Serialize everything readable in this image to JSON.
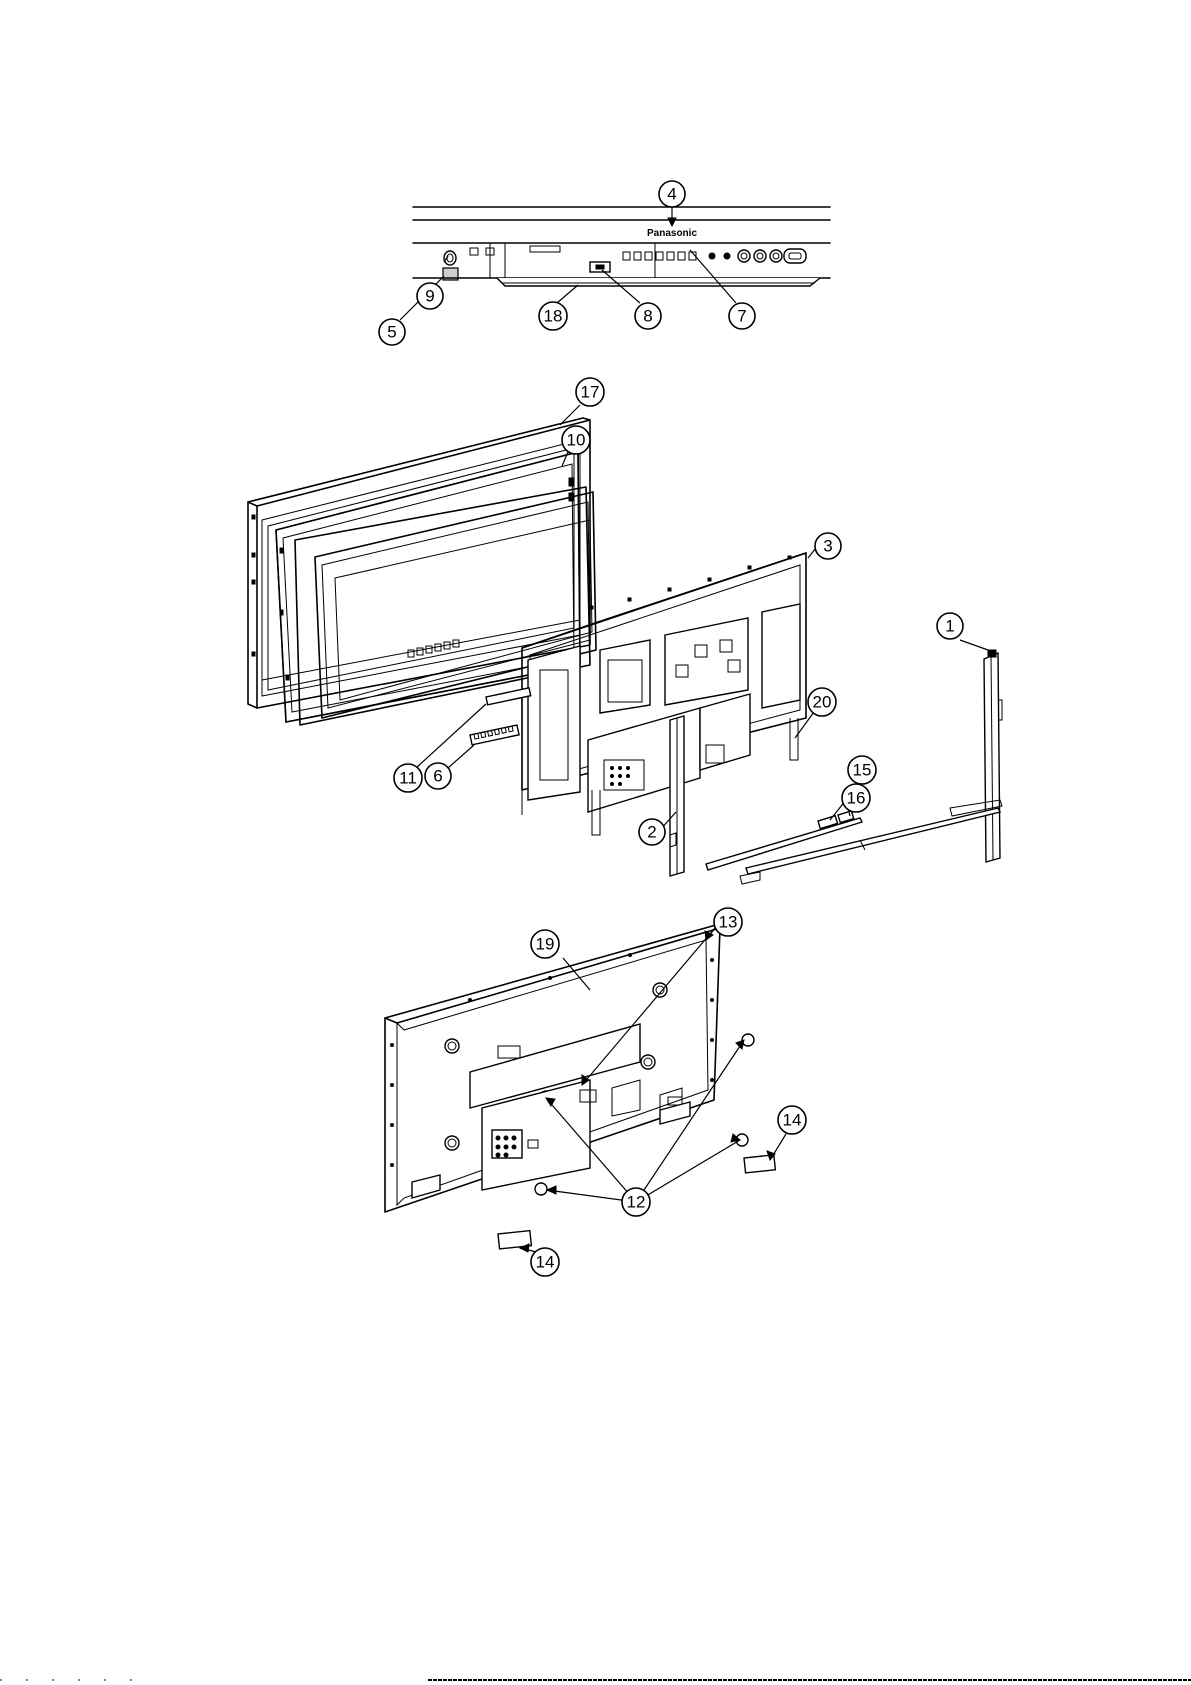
{
  "brand_label": "Panasonic",
  "callouts": [
    {
      "id": "4",
      "label": "4"
    },
    {
      "id": "9",
      "label": "9"
    },
    {
      "id": "5",
      "label": "5"
    },
    {
      "id": "18",
      "label": "18"
    },
    {
      "id": "8",
      "label": "8"
    },
    {
      "id": "7",
      "label": "7"
    },
    {
      "id": "17",
      "label": "17"
    },
    {
      "id": "10",
      "label": "10"
    },
    {
      "id": "3",
      "label": "3"
    },
    {
      "id": "1",
      "label": "1"
    },
    {
      "id": "20",
      "label": "20"
    },
    {
      "id": "11",
      "label": "11"
    },
    {
      "id": "6",
      "label": "6"
    },
    {
      "id": "15",
      "label": "15"
    },
    {
      "id": "16",
      "label": "16"
    },
    {
      "id": "2",
      "label": "2"
    },
    {
      "id": "19",
      "label": "19"
    },
    {
      "id": "13",
      "label": "13"
    },
    {
      "id": "14a",
      "label": "14"
    },
    {
      "id": "12",
      "label": "12"
    },
    {
      "id": "14b",
      "label": "14"
    }
  ]
}
